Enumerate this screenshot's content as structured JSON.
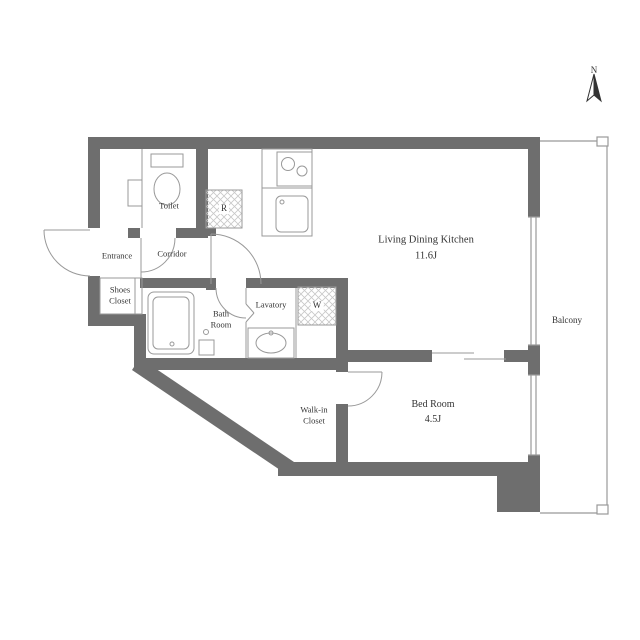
{
  "compass": {
    "north_label": "N"
  },
  "rooms": {
    "ldk": {
      "name": "Living Dining Kitchen",
      "size": "11.6J"
    },
    "bedroom": {
      "name": "Bed Room",
      "size": "4.5J"
    },
    "toilet": {
      "name": "Toilet"
    },
    "entrance": {
      "name": "Entrance"
    },
    "corridor": {
      "name": "Corridor"
    },
    "shoes_closet": {
      "line1": "Shoes",
      "line2": "Closet"
    },
    "bath_room": {
      "line1": "Bath",
      "line2": "Room"
    },
    "lavatory": {
      "name": "Lavatory"
    },
    "walk_in_closet": {
      "line1": "Walk-in",
      "line2": "Closet"
    },
    "balcony": {
      "name": "Balcony"
    }
  },
  "appliance_marks": {
    "refrigerator": "R",
    "washer": "W"
  },
  "colors": {
    "wall": "#6e6e6e",
    "thin_line": "#999999",
    "text": "#333333",
    "hatch": "#c8c8c8"
  }
}
